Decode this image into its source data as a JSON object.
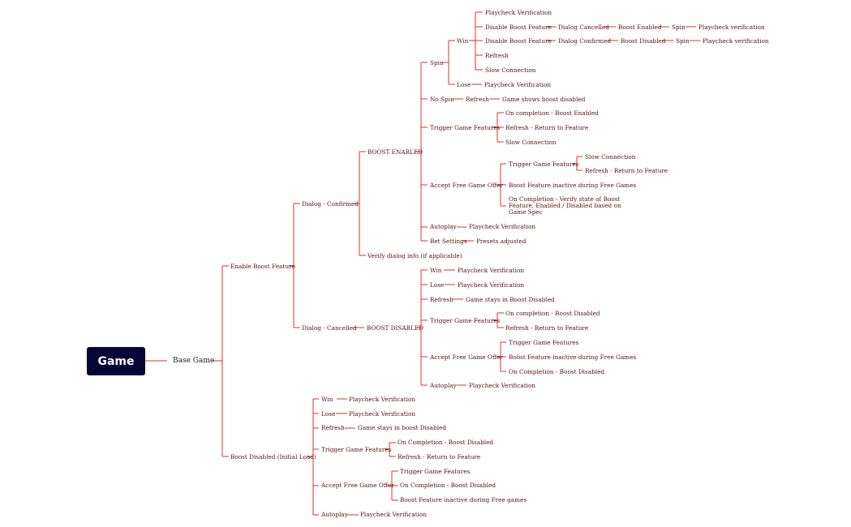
{
  "colors": {
    "line": "#d9342b",
    "root_bg": "#070737",
    "node_text": "#5a1010"
  },
  "mindmap": {
    "root": "Game",
    "base_game": "Base Game",
    "enable_boost": {
      "label": "Enable Boost Feature",
      "dialog_confirmed": {
        "label": "Dialog - Confirmed",
        "boost_enabled": {
          "label": "BOOST ENABLED",
          "spin": {
            "label": "Spin",
            "win": {
              "label": "Win",
              "playcheck": "Playcheck Verification",
              "disable_cancelled": {
                "label": "Disable Boost Feature",
                "dialog": "Dialog Cancelled",
                "state": "Boost Enabled",
                "spin": "Spin",
                "verify": "Playcheck verification"
              },
              "disable_confirmed": {
                "label": "Disable Boost Feature",
                "dialog": "Dialog Confirmed",
                "state": "Boost Disabled",
                "spin": "Spin",
                "verify": "Playcheck verification"
              },
              "refresh": "Refresh",
              "slow": "Slow Connection"
            },
            "lose": {
              "label": "Lose",
              "playcheck": "Playcheck Verification"
            }
          },
          "no_spin": {
            "label": "No Spin",
            "refresh": "Refresh",
            "result": "Game shows boost disabled"
          },
          "trigger": {
            "label": "Trigger Game Features",
            "c1": "On completion - Boost Enabled",
            "c2": "Refresh - Return to Feature",
            "c3": "Slow Connection"
          },
          "free_game": {
            "label": "Accept Free Game Offer",
            "trigger": {
              "label": "Trigger Game Features",
              "c1": "Slow Connection",
              "c2": "Refresh - Return to Feature"
            },
            "inactive": "Boost Feature inactive during Free Games",
            "completion": "On Completion - Verify state of Boost Feature, Enabled / Disabled based on Game Spec"
          },
          "autoplay": {
            "label": "Autoplay",
            "playcheck": "Playcheck Verification"
          },
          "bet": {
            "label": "Bet Settings",
            "presets": "Presets adjusted"
          }
        },
        "verify_dialog": "Verify dialog info (if applicable)"
      },
      "dialog_cancelled": {
        "label": "Dialog - Cancelled",
        "boost_disabled": {
          "label": "BOOST DISABLED",
          "win": {
            "label": "Win",
            "playcheck": "Playcheck Verification"
          },
          "lose": {
            "label": "Lose",
            "playcheck": "Playcheck Verification"
          },
          "refresh": {
            "label": "Refresh",
            "result": "Game stays in Boost Disabled"
          },
          "trigger": {
            "label": "Trigger Game Features",
            "c1": "On completion - Boost Disabled",
            "c2": "Refresh - Return to Feature"
          },
          "free_game": {
            "label": "Accept Free Game Offer",
            "c1": "Trigger Game Features",
            "c2": "Boost Feature inactive during Free Games",
            "c3": "On Completion - Boost Disabled"
          },
          "autoplay": {
            "label": "Autoplay",
            "playcheck": "Playcheck Verification"
          }
        }
      }
    },
    "boost_disabled_initial": {
      "label": "Boost Disabled (Initial Load)",
      "win": {
        "label": "Win",
        "playcheck": "Playcheck Verification"
      },
      "lose": {
        "label": "Lose",
        "playcheck": "Playcheck Verification"
      },
      "refresh": {
        "label": "Refresh",
        "result": "Game stays in boost Disabled"
      },
      "trigger": {
        "label": "Trigger Game Features",
        "c1": "On Completion - Boost Disabled",
        "c2": "Refresh - Return to Feature"
      },
      "free_game": {
        "label": "Accept Free Game Offer",
        "c1": "Trigger Game Features",
        "c2": "On Completion - Boost Disabled",
        "c3": "Boost Feature inactive during Free games"
      },
      "autoplay": {
        "label": "Autoplay",
        "playcheck": "Playcheck Verification"
      }
    }
  }
}
